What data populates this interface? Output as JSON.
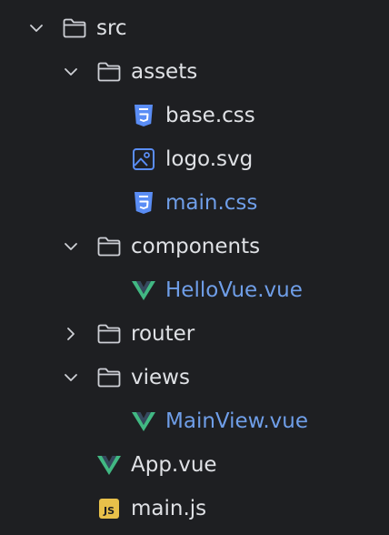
{
  "tree": {
    "src": {
      "label": "src",
      "expanded": true
    },
    "assets": {
      "label": "assets",
      "expanded": true
    },
    "base_css": {
      "label": "base.css",
      "icon": "css-file-icon"
    },
    "logo_svg": {
      "label": "logo.svg",
      "icon": "image-file-icon"
    },
    "main_css": {
      "label": "main.css",
      "icon": "css-file-icon",
      "modified": true
    },
    "components": {
      "label": "components",
      "expanded": true
    },
    "hello_vue": {
      "label": "HelloVue.vue",
      "icon": "vue-file-icon",
      "modified": true
    },
    "router": {
      "label": "router",
      "expanded": false
    },
    "views": {
      "label": "views",
      "expanded": true
    },
    "mainview_vue": {
      "label": "MainView.vue",
      "icon": "vue-file-icon",
      "modified": true
    },
    "app_vue": {
      "label": "App.vue",
      "icon": "vue-file-icon"
    },
    "main_js": {
      "label": "main.js",
      "icon": "js-file-icon",
      "badge": "JS"
    }
  },
  "colors": {
    "background": "#1e1f22",
    "text": "#dfe1e5",
    "modified_text": "#6f9ee8",
    "folder_outline": "#ced0d6",
    "css_icon": "#5a8df5",
    "image_icon": "#5a8df5",
    "vue_green": "#41b883",
    "vue_dark": "#35495e",
    "js_badge": "#e8c04a"
  }
}
